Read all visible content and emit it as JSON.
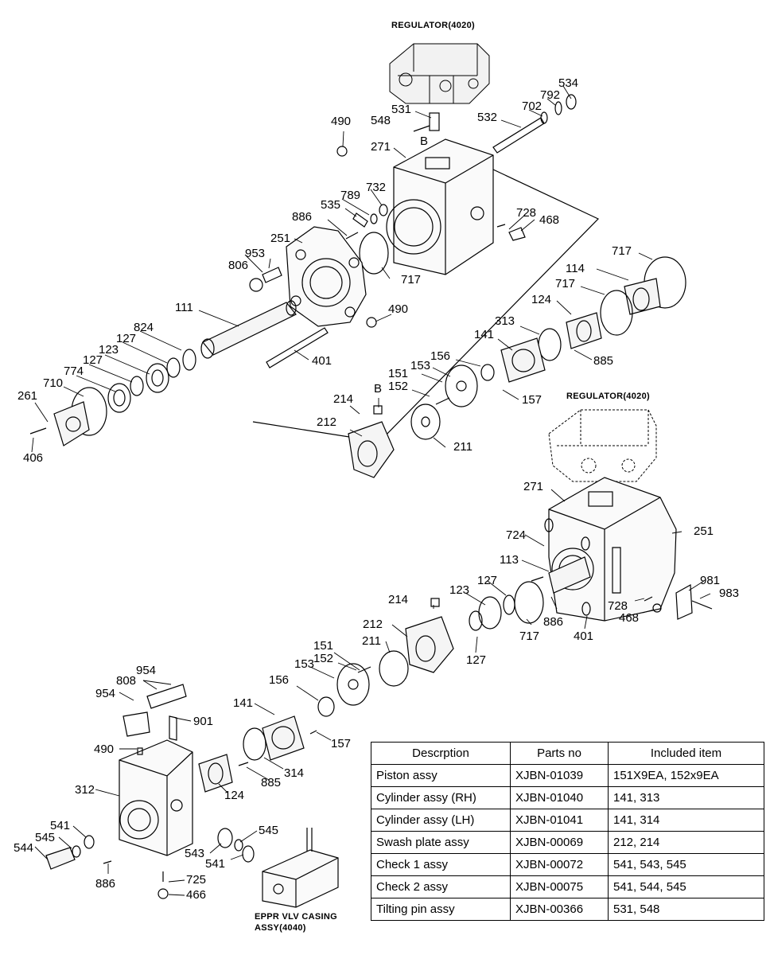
{
  "captions": {
    "regulator_top": "REGULATOR(4020)",
    "regulator_mid": "REGULATOR(4020)",
    "eppr_line1": "EPPR VLV CASING",
    "eppr_line2": "ASSY(4040)"
  },
  "labels": {
    "t534": "534",
    "t792": "792",
    "t702": "702",
    "t531": "531",
    "t548": "548",
    "t532": "532",
    "t490a": "490",
    "tB1": "B",
    "t271a": "271",
    "t732": "732",
    "t789": "789",
    "t535": "535",
    "t728a": "728",
    "t468a": "468",
    "t886a": "886",
    "t251a": "251",
    "t717a": "717",
    "t953": "953",
    "t806": "806",
    "t717b": "717",
    "t114": "114",
    "t717c": "717",
    "t111": "111",
    "t490b": "490",
    "t124a": "124",
    "t824": "824",
    "t127a": "127",
    "t313": "313",
    "t123a": "123",
    "t141a": "141",
    "t127b": "127",
    "t401a": "401",
    "t156a": "156",
    "t885a": "885",
    "t774": "774",
    "t153a": "153",
    "t151a": "151",
    "t710": "710",
    "t152a": "152",
    "t261": "261",
    "tB2": "B",
    "t157a": "157",
    "t214a": "214",
    "t212a": "212",
    "t211a": "211",
    "t406": "406",
    "t271b": "271",
    "t724": "724",
    "t251b": "251",
    "t113": "113",
    "t127c": "127",
    "t214b": "214",
    "t123b": "123",
    "t981": "981",
    "t983": "983",
    "t212b": "212",
    "t728b": "728",
    "t886b": "886",
    "t468b": "468",
    "t717d": "717",
    "t401b": "401",
    "t211b": "211",
    "t151b": "151",
    "t152b": "152",
    "t127d": "127",
    "t954a": "954",
    "t808": "808",
    "t153b": "153",
    "t156b": "156",
    "t954b": "954",
    "t141b": "141",
    "t901": "901",
    "t157b": "157",
    "t490c": "490",
    "t314": "314",
    "t885b": "885",
    "t124b": "124",
    "t312": "312",
    "t541a": "541",
    "t545a": "545",
    "t544": "544",
    "t545b": "545",
    "t543": "543",
    "t541b": "541",
    "t725": "725",
    "t886c": "886",
    "t466": "466"
  },
  "table": {
    "headers": [
      "Descrption",
      "Parts no",
      "Included item"
    ],
    "rows": [
      [
        "Piston assy",
        "XJBN-01039",
        "151X9EA, 152x9EA"
      ],
      [
        "Cylinder assy (RH)",
        "XJBN-01040",
        "141, 313"
      ],
      [
        "Cylinder assy (LH)",
        "XJBN-01041",
        "141, 314"
      ],
      [
        "Swash plate assy",
        "XJBN-00069",
        "212, 214"
      ],
      [
        "Check 1 assy",
        "XJBN-00072",
        "541, 543, 545"
      ],
      [
        "Check 2 assy",
        "XJBN-00075",
        "541, 544, 545"
      ],
      [
        "Tilting pin assy",
        "XJBN-00366",
        "531, 548"
      ]
    ]
  }
}
